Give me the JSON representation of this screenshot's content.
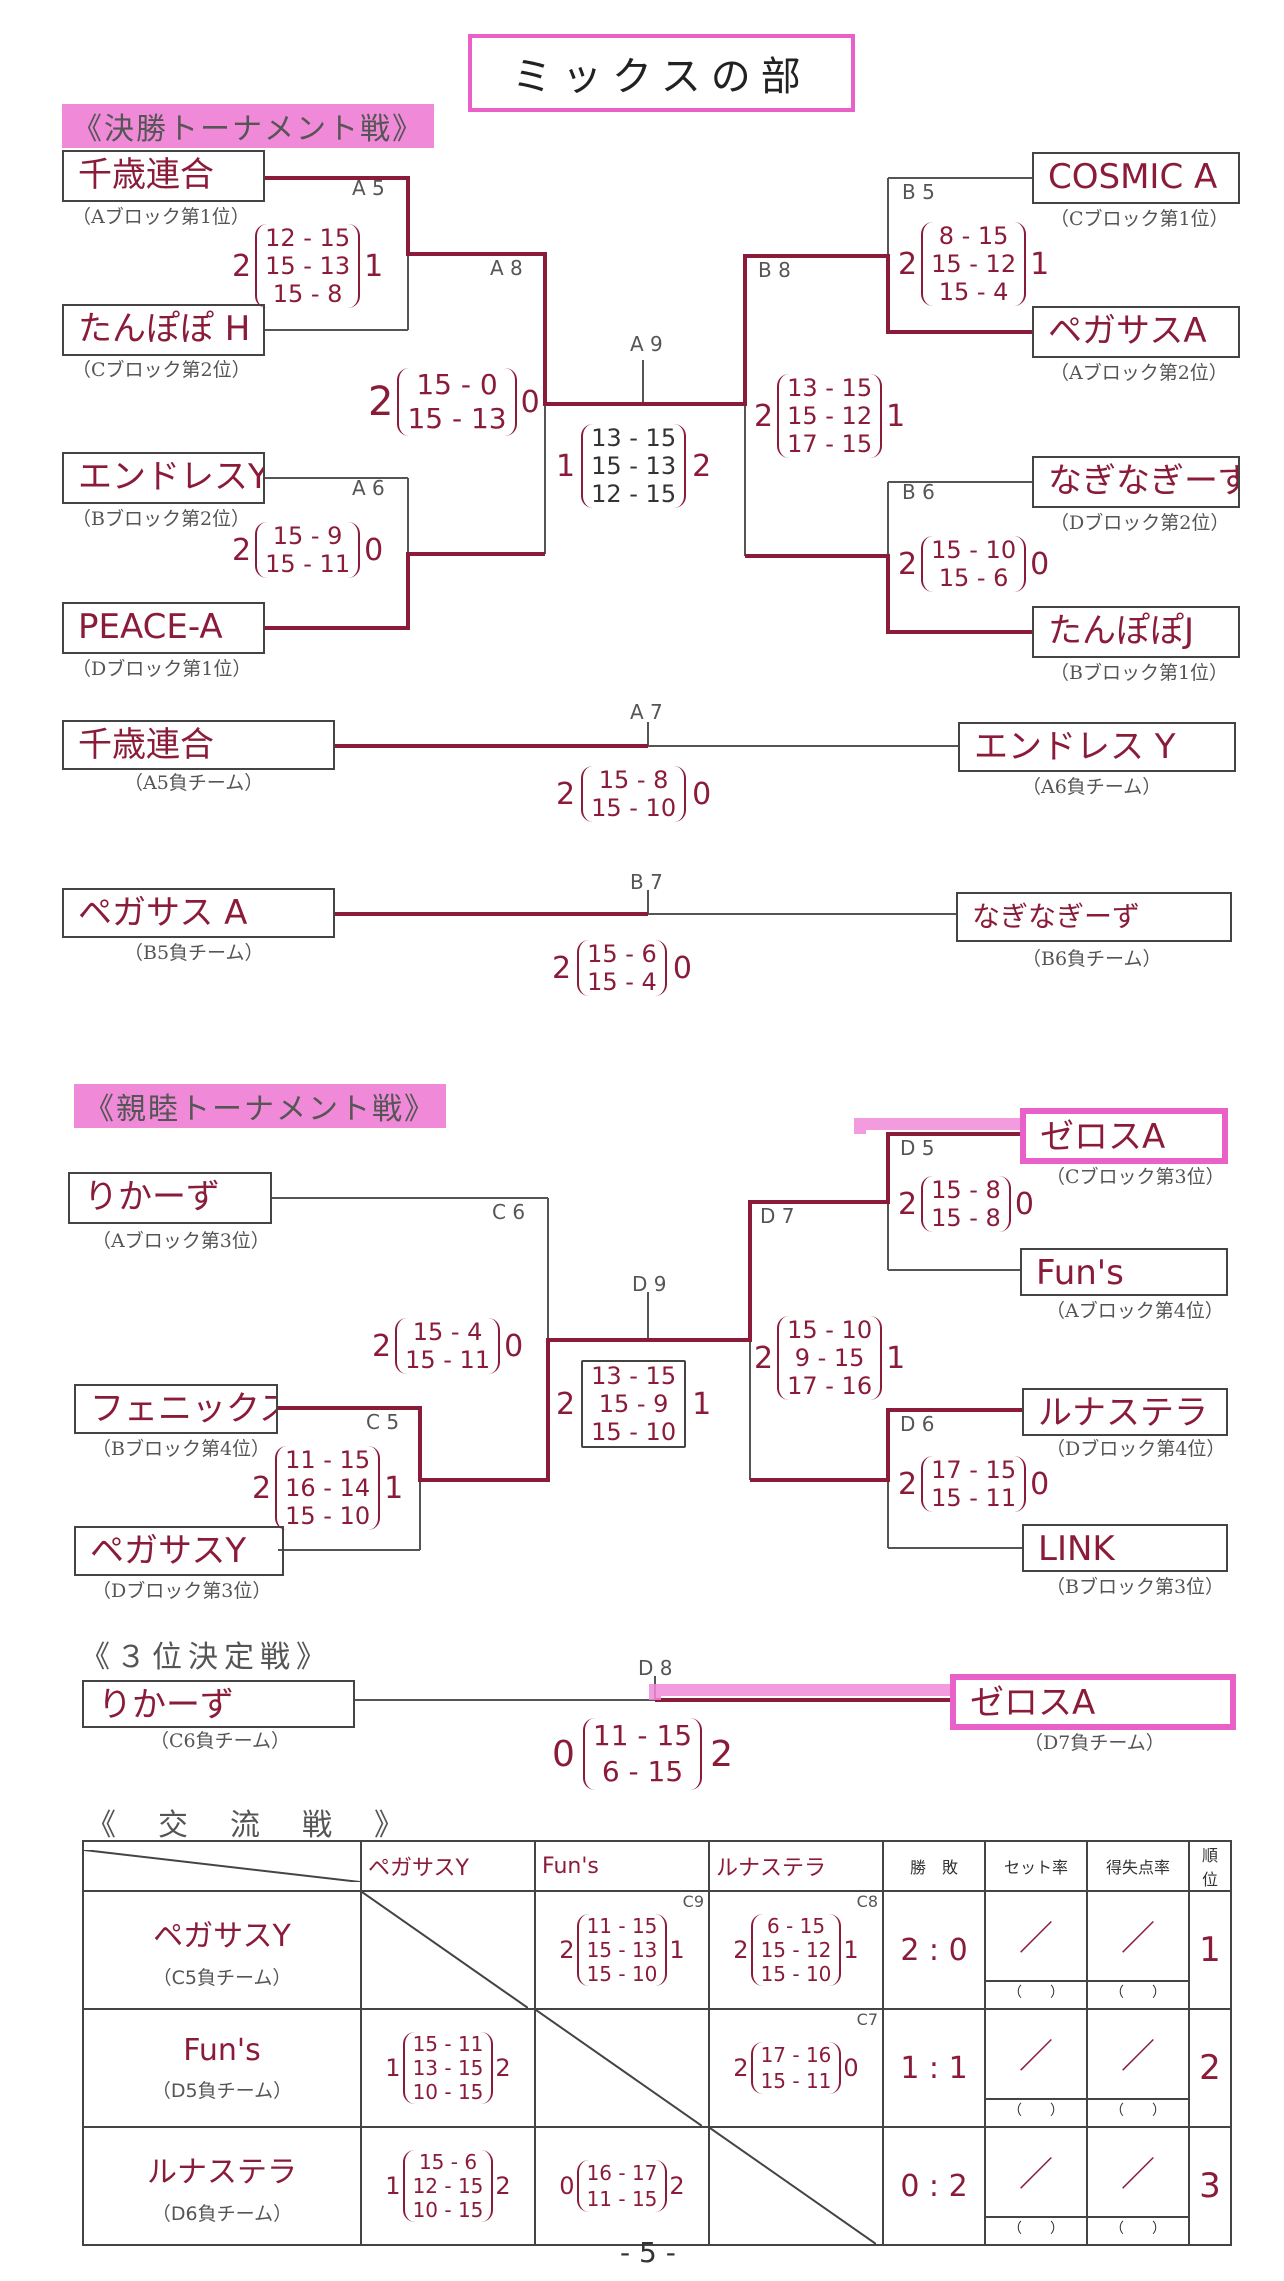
{
  "title": "ミックスの部",
  "section_final": "《決勝トーナメント戦》",
  "section_friendship": "《親睦トーナメント戦》",
  "section_third": "《３位決定戦》",
  "section_exchange": "《　交　流　戦　》",
  "page_number": "- 5 -",
  "final": {
    "teams": [
      {
        "name": "千歳連合",
        "sub": "（Aブロック第1位）"
      },
      {
        "name": "たんぽぽ H",
        "sub": "（Cブロック第2位）"
      },
      {
        "name": "エンドレスY",
        "sub": "（Bブロック第2位）"
      },
      {
        "name": "PEACE-A",
        "sub": "（Dブロック第1位）"
      },
      {
        "name": "COSMIC A",
        "sub": "（Cブロック第1位）"
      },
      {
        "name": "ペガサスA",
        "sub": "（Aブロック第2位）"
      },
      {
        "name": "なぎなぎーず",
        "sub": "（Dブロック第2位）"
      },
      {
        "name": "たんぽぽJ",
        "sub": "（Bブロック第1位）"
      }
    ],
    "matches": {
      "a5": {
        "label": "A 5",
        "left": "2",
        "right": "1",
        "sets": [
          "12 - 15",
          "15 - 13",
          "15 - 8"
        ]
      },
      "a6": {
        "label": "A 6",
        "left": "2",
        "right": "0",
        "sets": [
          "15 - 9",
          "15 - 11"
        ]
      },
      "a8": {
        "label": "A 8",
        "left": "2",
        "right": "0",
        "sets": [
          "15 - 0",
          "15 - 13"
        ]
      },
      "a9": {
        "label": "A 9",
        "left": "1",
        "right": "2",
        "sets": [
          "13 - 15",
          "15 - 13",
          "12 - 15"
        ]
      },
      "b8": {
        "label": "B 8",
        "left": "2",
        "right": "1",
        "sets": [
          "13 - 15",
          "15 - 12",
          "17 - 15"
        ]
      },
      "b5": {
        "label": "B 5",
        "left": "2",
        "right": "1",
        "sets": [
          "8 - 15",
          "15 - 12",
          "15 - 4"
        ]
      },
      "b6": {
        "label": "B 6",
        "left": "2",
        "right": "0",
        "sets": [
          "15 - 10",
          "15 - 6"
        ]
      }
    },
    "a7": {
      "label": "A 7",
      "left_team": "千歳連合",
      "left_sub": "（A5負チーム）",
      "right_team": "エンドレス Y",
      "right_sub": "（A6負チーム）",
      "left": "2",
      "right": "0",
      "sets": [
        "15 - 8",
        "15 - 10"
      ]
    },
    "b7": {
      "label": "B 7",
      "left_team": "ペガサス A",
      "left_sub": "（B5負チーム）",
      "right_team": "なぎなぎーず",
      "right_sub": "（B6負チーム）",
      "left": "2",
      "right": "0",
      "sets": [
        "15 - 6",
        "15 - 4"
      ]
    }
  },
  "friendship": {
    "teams": [
      {
        "name": "りかーず",
        "sub": "（Aブロック第3位）"
      },
      {
        "name": "フェニックスA",
        "sub": "（Bブロック第4位）"
      },
      {
        "name": "ペガサスY",
        "sub": "（Dブロック第3位）"
      },
      {
        "name": "ゼロスA",
        "sub": "（Cブロック第3位）"
      },
      {
        "name": "Fun's",
        "sub": "（Aブロック第4位）"
      },
      {
        "name": "ルナステラ",
        "sub": "（Dブロック第4位）"
      },
      {
        "name": "LINK",
        "sub": "（Bブロック第3位）"
      }
    ],
    "matches": {
      "c6": {
        "label": "C 6",
        "left": "2",
        "right": "0",
        "sets": [
          "15 - 4",
          "15 - 11"
        ]
      },
      "c5": {
        "label": "C 5",
        "left": "2",
        "right": "1",
        "sets": [
          "11 - 15",
          "16 - 14",
          "15 - 10"
        ]
      },
      "d9": {
        "label": "D 9",
        "left": "2",
        "right": "1",
        "sets": [
          "13 - 15",
          "15 - 9",
          "15 - 10"
        ]
      },
      "d7": {
        "label": "D 7",
        "left": "2",
        "right": "1",
        "sets": [
          "15 - 10",
          "9 - 15",
          "17 - 16"
        ]
      },
      "d5": {
        "label": "D 5",
        "left": "2",
        "right": "0",
        "sets": [
          "15 - 8",
          "15 - 8"
        ]
      },
      "d6": {
        "label": "D 6",
        "left": "2",
        "right": "0",
        "sets": [
          "17 - 15",
          "15 - 11"
        ]
      }
    }
  },
  "third": {
    "label": "D 8",
    "left_team": "りかーず",
    "left_sub": "（C6負チーム）",
    "right_team": "ゼロスA",
    "right_sub": "（D7負チーム）",
    "left": "0",
    "right": "2",
    "sets": [
      "11 - 15",
      "6 - 15"
    ]
  },
  "exchange": {
    "headers": [
      "ペガサスY",
      "Fun's",
      "ルナステラ",
      "勝　敗",
      "セット率",
      "得失点率",
      "順　位"
    ],
    "rows": [
      {
        "team": "ペガサスY",
        "sub": "（C5負チーム）",
        "cells": [
          null,
          {
            "label": "C9",
            "left": "2",
            "right": "1",
            "sets": [
              "11 - 15",
              "15 - 13",
              "15 - 10"
            ]
          },
          {
            "label": "C8",
            "left": "2",
            "right": "1",
            "sets": [
              "6 - 15",
              "15 - 12",
              "15 - 10"
            ]
          }
        ],
        "record": "2 : 0",
        "set_rate": "／",
        "point_rate": "／",
        "set_paren": "（　　）",
        "point_paren": "（　　）",
        "rank": "1"
      },
      {
        "team": "Fun's",
        "sub": "（D5負チーム）",
        "cells": [
          {
            "label": "",
            "left": "1",
            "right": "2",
            "sets": [
              "15 - 11",
              "13 - 15",
              "10 - 15"
            ]
          },
          null,
          {
            "label": "C7",
            "left": "2",
            "right": "0",
            "sets": [
              "17 - 16",
              "15 - 11"
            ]
          }
        ],
        "record": "1 : 1",
        "set_rate": "／",
        "point_rate": "／",
        "set_paren": "（　　）",
        "point_paren": "（　　）",
        "rank": "2"
      },
      {
        "team": "ルナステラ",
        "sub": "（D6負チーム）",
        "cells": [
          {
            "label": "",
            "left": "1",
            "right": "2",
            "sets": [
              "15 - 6",
              "12 - 15",
              "10 - 15"
            ]
          },
          {
            "label": "",
            "left": "0",
            "right": "2",
            "sets": [
              "16 - 17",
              "11 - 15"
            ]
          },
          null
        ],
        "record": "0 : 2",
        "set_rate": "／",
        "point_rate": "／",
        "set_paren": "（　　）",
        "point_paren": "（　　）",
        "rank": "3"
      }
    ]
  }
}
